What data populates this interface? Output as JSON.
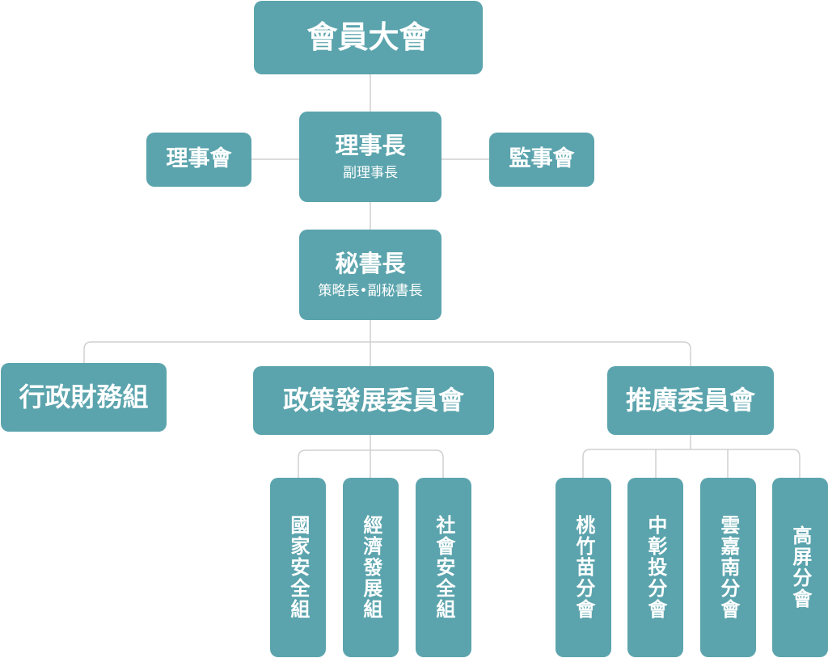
{
  "colors": {
    "node": "#5ba4ad",
    "text": "#ffffff",
    "line": "#d0d0d0"
  },
  "general_assembly": "會員大會",
  "board": "理事會",
  "chairman": {
    "title": "理事長",
    "sub": "副理事長"
  },
  "supervisors": "監事會",
  "secretary_general": {
    "title": "秘書長",
    "sub": "策略長•副秘書長"
  },
  "admin_finance": "行政財務組",
  "policy_committee": "政策發展委員會",
  "policy_groups": [
    "國家安全組",
    "經濟發展組",
    "社會安全組"
  ],
  "promotion_committee": "推廣委員會",
  "branches": [
    "桃竹苗分會",
    "中彰投分會",
    "雲嘉南分會",
    "高屏分會"
  ]
}
